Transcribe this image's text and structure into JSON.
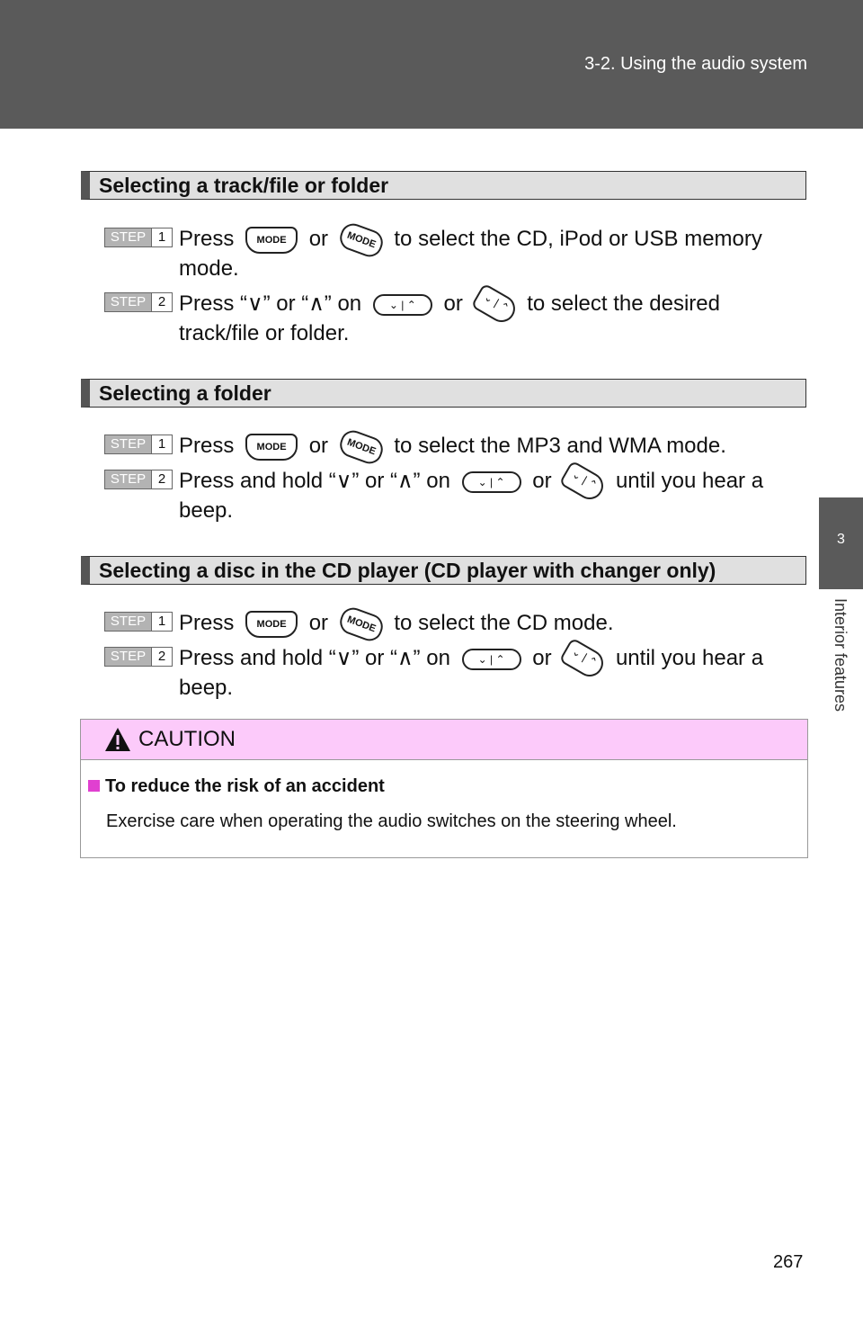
{
  "header": {
    "breadcrumb": "3-2. Using the audio system"
  },
  "side_tab": {
    "number": "3",
    "label": "Interior features"
  },
  "step_badge": {
    "word": "STEP",
    "n1": "1",
    "n2": "2"
  },
  "buttons": {
    "mode": "MODE",
    "seek": "⌄ | ⌃",
    "seek_alt": "⌄ | ⌃"
  },
  "sections": [
    {
      "title": "Selecting a track/file or folder",
      "step1": {
        "pre": "Press",
        "mid": "or",
        "post": "to select the CD, iPod or USB memory mode."
      },
      "step2": {
        "pre": "Press “∨” or “∧” on",
        "mid": "or",
        "post": "to select the desired track/file or folder."
      }
    },
    {
      "title": "Selecting a folder",
      "step1": {
        "pre": "Press",
        "mid": "or",
        "post": "to select the MP3 and WMA mode."
      },
      "step2": {
        "pre": "Press and hold “∨” or “∧” on",
        "mid": "or",
        "post": "until you hear a beep."
      }
    },
    {
      "title": "Selecting a disc in the CD player (CD player with changer only)",
      "step1": {
        "pre": "Press",
        "mid": "or",
        "post": "to select the CD mode."
      },
      "step2": {
        "pre": "Press and hold “∨” or “∧” on",
        "mid": "or",
        "post": "until you hear a beep."
      }
    }
  ],
  "caution": {
    "title": "CAUTION",
    "subtitle": "To reduce the risk of an accident",
    "body": "Exercise care when operating the audio switches on the steering wheel."
  },
  "page_number": "267",
  "colors": {
    "band": "#5a5a5a",
    "caution_bg": "#fccafa",
    "bullet": "#e040d0"
  }
}
